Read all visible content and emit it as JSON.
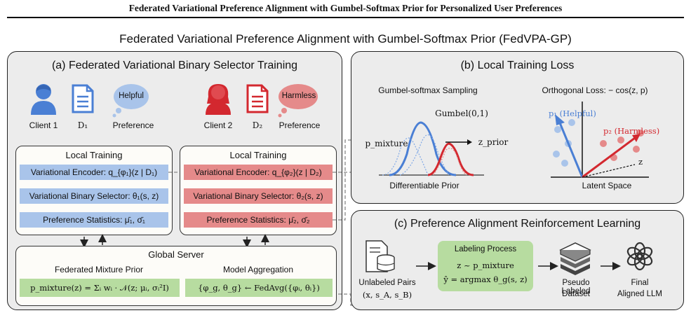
{
  "header": "Federated Variational Preference Alignment with Gumbel-Softmax Prior for Personalized User Preferences",
  "main_title": "Federated Variational Preference Alignment with Gumbel-Softmax Prior (FedVPA-GP)",
  "panel_a": {
    "title": "(a) Federated Variational Binary Selector Training",
    "client1": {
      "name": "Client 1",
      "dataset": "D₁",
      "preference_label": "Preference",
      "bubble": "Helpful"
    },
    "client2": {
      "name": "Client 2",
      "dataset": "D₂",
      "preference_label": "Preference",
      "bubble": "Harmless"
    },
    "local1": {
      "title": "Local Training",
      "encoder": "Variational Encoder: q_{φ₁}(z | D₁)",
      "selector": "Variational Binary Selector: θ₁(s, z)",
      "stats": "Preference Statistics: μ̄₁, σ̄₁"
    },
    "local2": {
      "title": "Local Training",
      "encoder": "Variational Encoder: q_{φ₂}(z | D₂)",
      "selector": "Variational Binary Selector: θ₂(s, z)",
      "stats": "Preference Statistics: μ̄₂, σ̄₂"
    },
    "server": {
      "title": "Global Server",
      "left_label": "Federated Mixture Prior",
      "left_formula": "p_mixture(z) = Σᵢ wᵢ · 𝒩(z; μᵢ, σᵢ²I)",
      "right_label": "Model Aggregation",
      "right_formula": "{φ_g, θ_g} ← FedAvg({φᵢ, θᵢ})"
    }
  },
  "panel_b": {
    "title": "(b) Local Training Loss",
    "gumbel_title": "Gumbel-softmax Sampling",
    "gumbel_label": "Gumbel(0,1)",
    "p_mixture": "p_mixture",
    "z_prior": "z_prior",
    "differentiable": "Differentiable Prior",
    "ortho_title": "Orthogonal Loss: − cos(z, p)",
    "p1_label": "p₁ (Helpful)",
    "p2_label": "p₂ (Harmless)",
    "z_label": "z",
    "latent": "Latent Space"
  },
  "panel_c": {
    "title": "(c) Preference Alignment Reinforcement Learning",
    "unlabeled": "Unlabeled Pairs",
    "unlabeled_vars": "(x, s_A, s_B)",
    "labeling_title": "Labeling Process",
    "labeling_eq1": "z ~ p_mixture",
    "labeling_eq2": "ŷ = argmax θ_g(s, z)",
    "pseudo1": "Pseudo Labeled",
    "pseudo2": "Dataset",
    "final1": "Final",
    "final2": "Aligned LLM"
  },
  "colors": {
    "blue": "#4a7fd4",
    "red": "#d3282f",
    "blue_fill": "#a9c4ea",
    "red_fill": "#e58a8a",
    "green_fill": "#b7dca0"
  }
}
